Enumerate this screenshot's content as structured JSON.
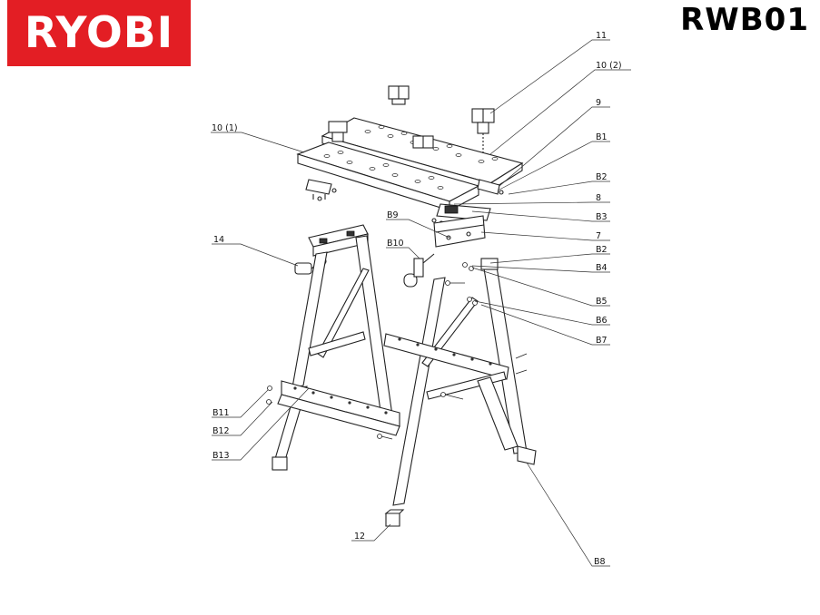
{
  "brand": {
    "logo_text": "RYOBI",
    "logo_color": "#e31e24"
  },
  "model": "RWB01",
  "callouts": [
    {
      "id": "c11",
      "text": "11"
    },
    {
      "id": "c10b",
      "text": "10 (2)"
    },
    {
      "id": "c9",
      "text": "9"
    },
    {
      "id": "c10a",
      "text": "10 (1)"
    },
    {
      "id": "cB1",
      "text": "B1"
    },
    {
      "id": "cB2a",
      "text": "B2"
    },
    {
      "id": "c8",
      "text": "8"
    },
    {
      "id": "cB3",
      "text": "B3"
    },
    {
      "id": "cB9",
      "text": "B9"
    },
    {
      "id": "c7",
      "text": "7"
    },
    {
      "id": "cB10",
      "text": "B10"
    },
    {
      "id": "c14",
      "text": "14"
    },
    {
      "id": "cB2b",
      "text": "B2"
    },
    {
      "id": "cB4",
      "text": "B4"
    },
    {
      "id": "cB5",
      "text": "B5"
    },
    {
      "id": "cB6",
      "text": "B6"
    },
    {
      "id": "cB7",
      "text": "B7"
    },
    {
      "id": "cB11",
      "text": "B11"
    },
    {
      "id": "cB12",
      "text": "B12"
    },
    {
      "id": "cB13",
      "text": "B13"
    },
    {
      "id": "c12",
      "text": "12"
    },
    {
      "id": "cB8",
      "text": "B8"
    }
  ]
}
